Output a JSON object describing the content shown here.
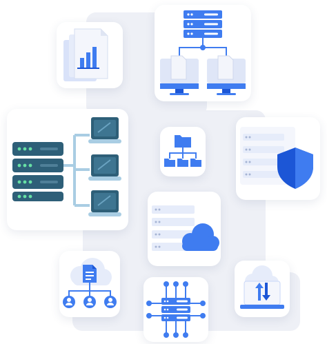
{
  "illustration": {
    "cards": [
      {
        "name": "bar-chart-document-card",
        "icon": "bar-chart-document-icon"
      },
      {
        "name": "server-network-computers-card",
        "icon": "server-network-computers-icon"
      },
      {
        "name": "server-rack-monitors-card",
        "icon": "server-rack-monitors-icon"
      },
      {
        "name": "folder-hierarchy-card",
        "icon": "folder-hierarchy-icon"
      },
      {
        "name": "security-shield-card",
        "icon": "security-shield-icon"
      },
      {
        "name": "cloud-storage-card",
        "icon": "cloud-storage-icon"
      },
      {
        "name": "cloud-document-network-card",
        "icon": "cloud-document-network-icon"
      },
      {
        "name": "server-chip-network-card",
        "icon": "server-chip-network-icon"
      },
      {
        "name": "cloud-sync-laptop-card",
        "icon": "cloud-sync-laptop-icon"
      }
    ],
    "colors": {
      "background_panel": "#eef0f6",
      "card": "#ffffff",
      "primary_blue": "#3f7cf0",
      "dark_blue": "#1c56d6",
      "light_blue": "#c9d7f7",
      "pale_blue": "#e6ecfa",
      "teal_dark": "#2e5f78",
      "teal_light": "#a9cde3",
      "server_green": "#67e0a5"
    }
  }
}
